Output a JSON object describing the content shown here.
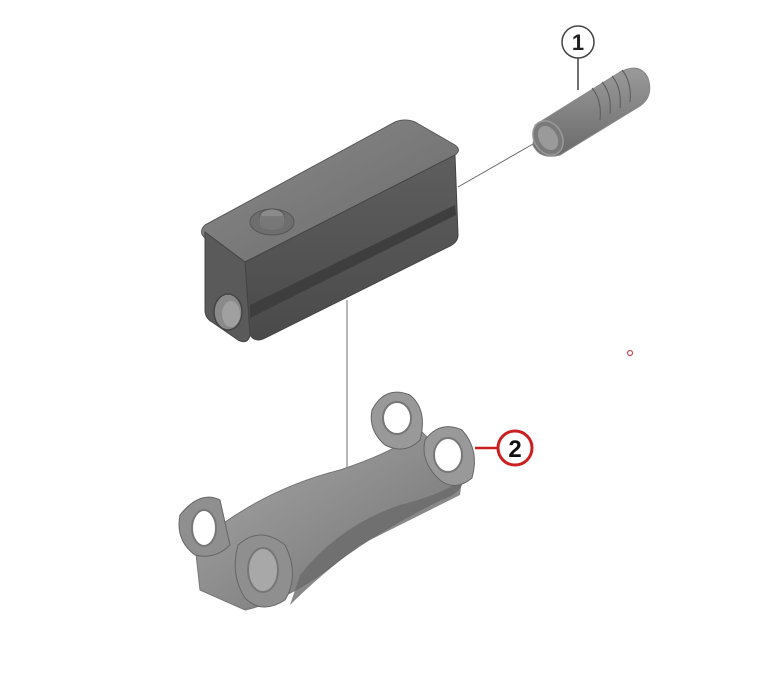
{
  "diagram": {
    "type": "exploded-parts-view",
    "parts": [
      {
        "id": "part-1",
        "callout": "1",
        "description": "ribbed cylindrical sleeve / cable insert",
        "callout_color": "#3a3a3a",
        "highlighted": false
      },
      {
        "id": "part-2",
        "callout": "2",
        "description": "curved mounting bracket with two-hole ends",
        "callout_color": "#cc1f1f",
        "highlighted": true
      }
    ],
    "unlabeled_parts": [
      {
        "id": "block",
        "description": "rectangular housing block with top button and end bore"
      }
    ],
    "colors": {
      "part_body": "#6b6b6b",
      "part_highlight": "#9a9a9a",
      "leader_line": "#555555",
      "highlight_callout": "#cc1f1f"
    }
  }
}
